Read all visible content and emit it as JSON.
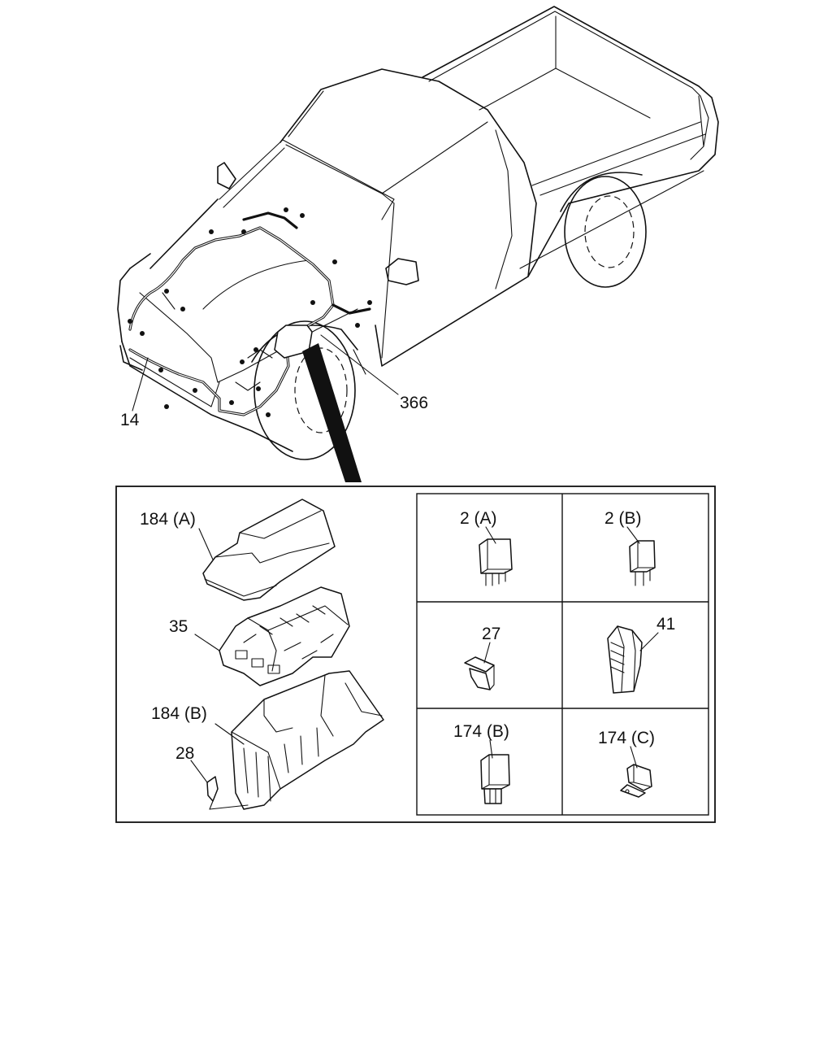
{
  "callouts": {
    "harness_front": "14",
    "fuse_box_assembly": "366",
    "upper_cover": "184 (A)",
    "relay_block": "35",
    "lower_case": "184 (B)",
    "screw": "28",
    "relay_a": "2 (A)",
    "relay_b": "2 (B)",
    "fuse": "27",
    "fuse_puller": "41",
    "relay_174b": "174 (B)",
    "relay_174c": "174 (C)"
  }
}
